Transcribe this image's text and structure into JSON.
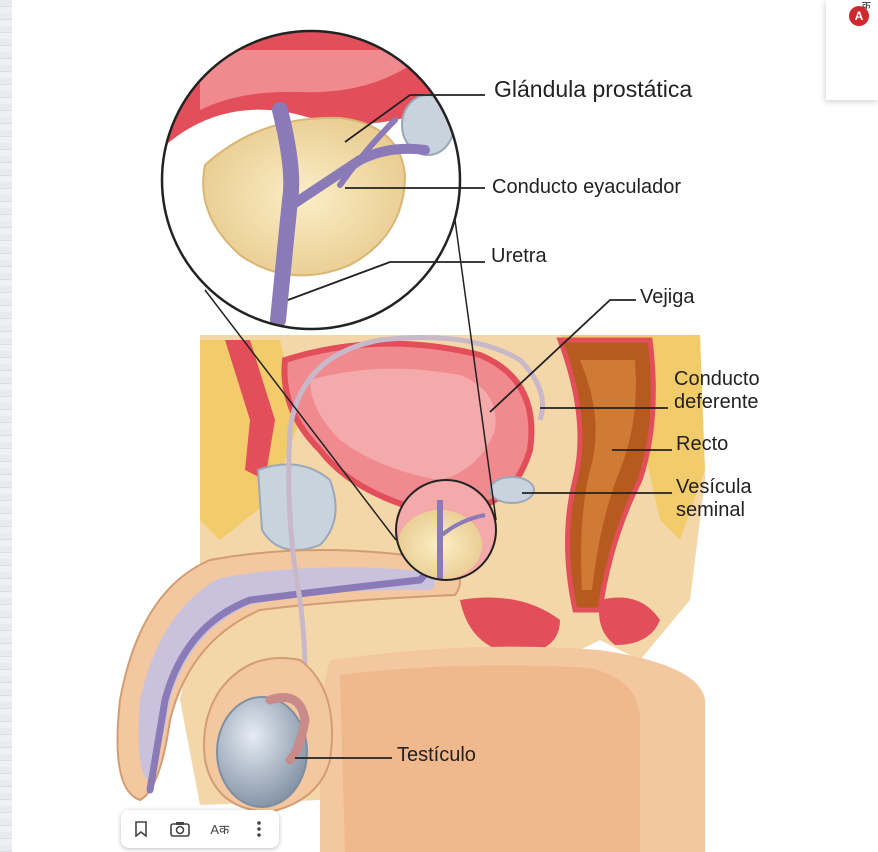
{
  "labels": {
    "prostate_gland": "Glándula prostática",
    "ejaculatory_duct": "Conducto eyaculador",
    "urethra": "Uretra",
    "bladder": "Vejiga",
    "vas_deferens_line1": "Conducto",
    "vas_deferens_line2": "deferente",
    "rectum": "Recto",
    "seminal_vesicle_line1": "Vesícula",
    "seminal_vesicle_line2": "seminal",
    "testicle": "Testículo"
  },
  "toolbar": {
    "save_icon": "bookmark-icon",
    "lens_icon": "camera-icon",
    "translate_label": "Aक",
    "more_icon": "more-vertical-icon"
  },
  "extension": {
    "badge_letter": "A",
    "badge_glyph": "क"
  },
  "colors": {
    "fat": "#f2cc6a",
    "muscle": "#e24f5a",
    "bladder": "#f08a8f",
    "prostate": "#f1dba5",
    "urethra": "#9b8cc4",
    "rectum": "#b65a1f",
    "skin": "#f3c7a0",
    "testicle": "#aab6c4"
  }
}
